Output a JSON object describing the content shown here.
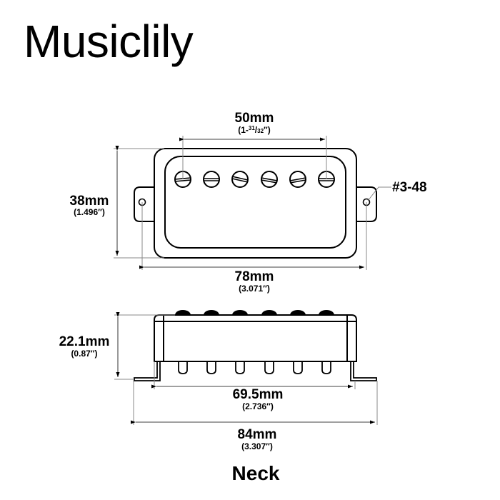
{
  "brand": "Musiclily",
  "caption": "Neck",
  "colors": {
    "line": "#000000",
    "dimension_line": "#888888",
    "background": "#ffffff"
  },
  "top_view": {
    "pole_pieces": 6,
    "pole_spacing": {
      "mm": "50mm",
      "inch_prefix": "(1-",
      "inch_num": "31",
      "inch_sep": "/",
      "inch_den": "32",
      "inch_suffix": "″)"
    },
    "height": {
      "mm": "38mm",
      "inch": "(1.496″)"
    },
    "mount_width": {
      "mm": "78mm",
      "inch": "(3.071″)"
    },
    "screw_callout": "#3-48"
  },
  "side_view": {
    "height": {
      "mm": "22.1mm",
      "inch": "(0.87″)"
    },
    "inner_width": {
      "mm": "69.5mm",
      "inch": "(2.736″)"
    },
    "total_width": {
      "mm": "84mm",
      "inch": "(3.307″)"
    }
  }
}
